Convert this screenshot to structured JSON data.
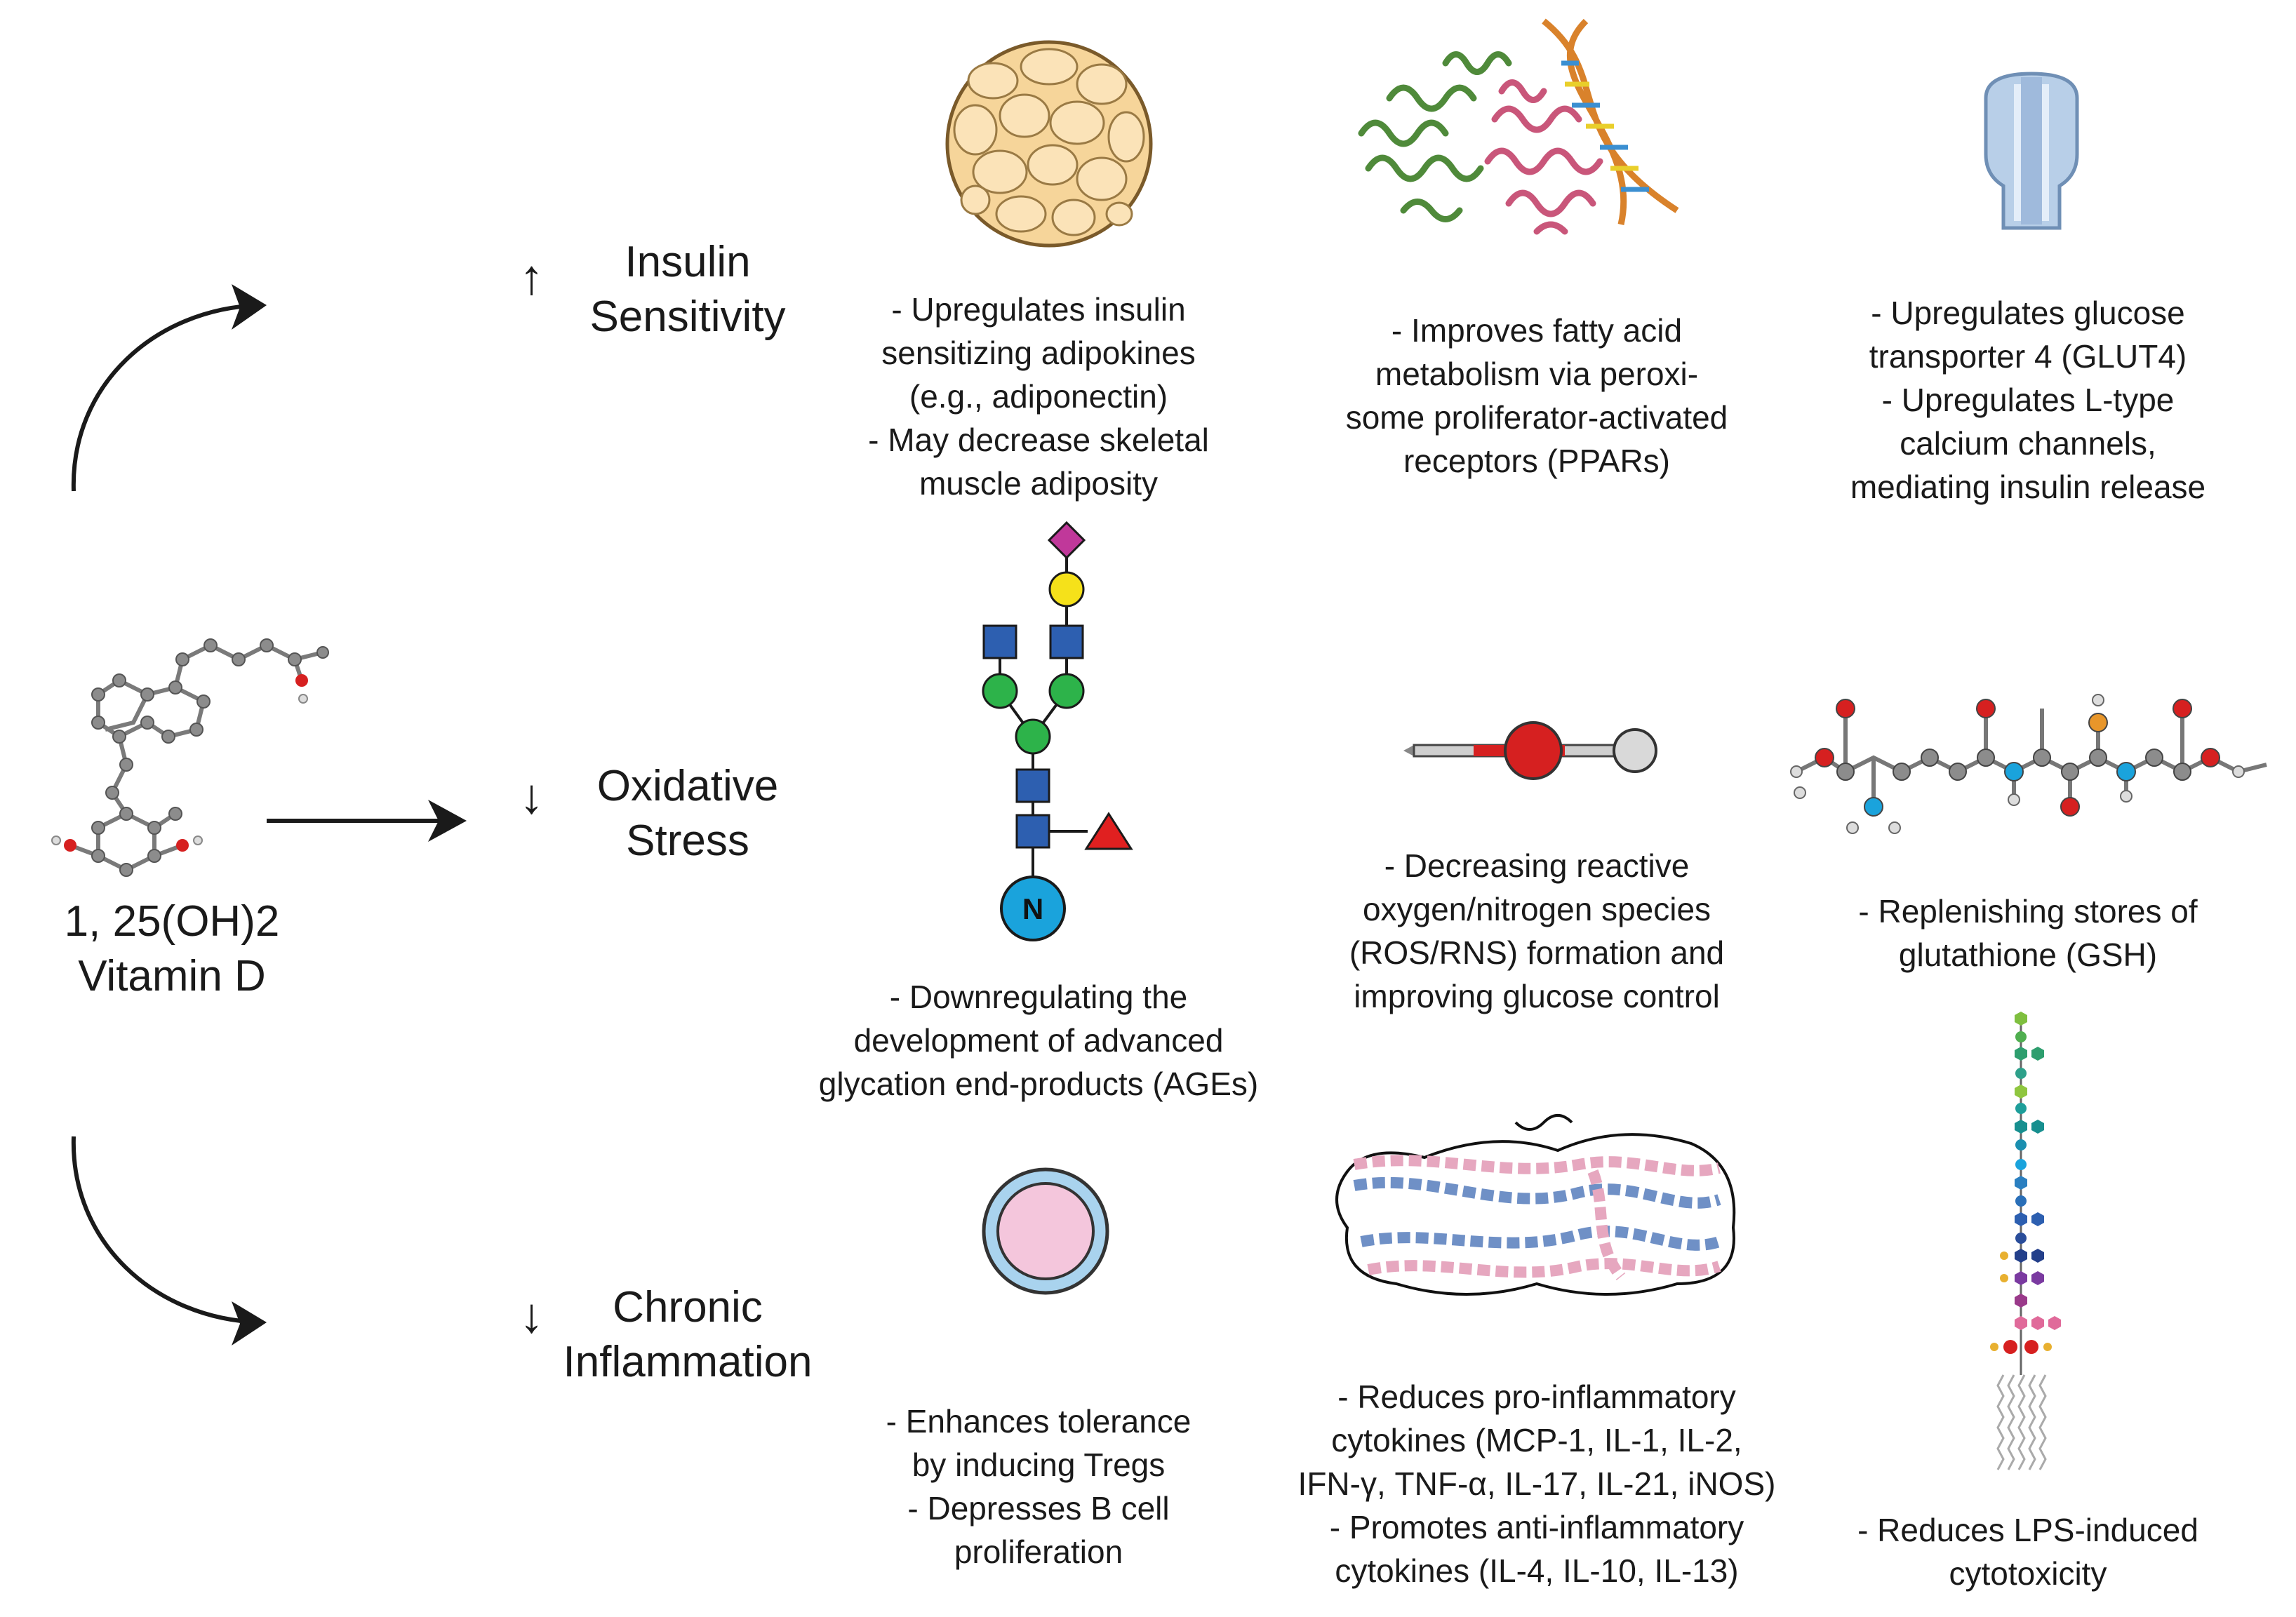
{
  "vitamin_d": {
    "line1": "1, 25(OH)2",
    "line2": "Vitamin D"
  },
  "categories": [
    {
      "arrow": "↑",
      "line1": "Insulin",
      "line2": "Sensitivity"
    },
    {
      "arrow": "↓",
      "line1": "Oxidative",
      "line2": "Stress"
    },
    {
      "arrow": "↓",
      "line1": "Chronic",
      "line2": "Inflammation"
    }
  ],
  "glycan_node_label": "N",
  "descriptions": {
    "insulin": [
      [
        "- Upregulates insulin",
        "sensitizing adipokines",
        "(e.g., adiponectin)",
        "- May decrease skeletal",
        "muscle adiposity"
      ],
      [
        "- Improves fatty acid",
        "metabolism via peroxi-",
        "some proliferator-activated",
        "receptors (PPARs)"
      ],
      [
        "- Upregulates glucose",
        "transporter 4 (GLUT4)",
        "- Upregulates L-type",
        "calcium channels,",
        "mediating insulin release"
      ]
    ],
    "oxidative": [
      [
        "- Downregulating the",
        "development of advanced",
        "glycation end-products (AGEs)"
      ],
      [
        "- Decreasing reactive",
        "oxygen/nitrogen species",
        "(ROS/RNS) formation and",
        "improving glucose control"
      ],
      [
        "- Replenishing stores of",
        "glutathione (GSH)"
      ]
    ],
    "inflammation": [
      [
        "- Enhances tolerance",
        "by inducing Tregs",
        "- Depresses B cell",
        "proliferation"
      ],
      [
        "- Reduces pro-inflammatory",
        "cytokines (MCP-1, IL-1, IL-2,",
        "IFN-γ, TNF-α, IL-17, IL-21, iNOS)",
        "- Promotes anti-inflammatory",
        "cytokines (IL-4, IL-10, IL-13)"
      ],
      [
        "- Reduces LPS-induced",
        "cytotoxicity"
      ]
    ]
  },
  "colors": {
    "adipocyte_fill": "#f6d59a",
    "protein_green": "#6aa84f",
    "protein_pink": "#c9567a",
    "glut4": "#b8cfe8",
    "glycan_blue": "#2d5fb0",
    "glycan_green": "#2db34a",
    "glycan_yellow": "#f5e11a",
    "glycan_magenta": "#c0389a",
    "glycan_red": "#e02020",
    "node_cyan": "#1aa3dc",
    "cell_pink": "#f4c6dc",
    "cell_ring": "#a9d3ee"
  }
}
